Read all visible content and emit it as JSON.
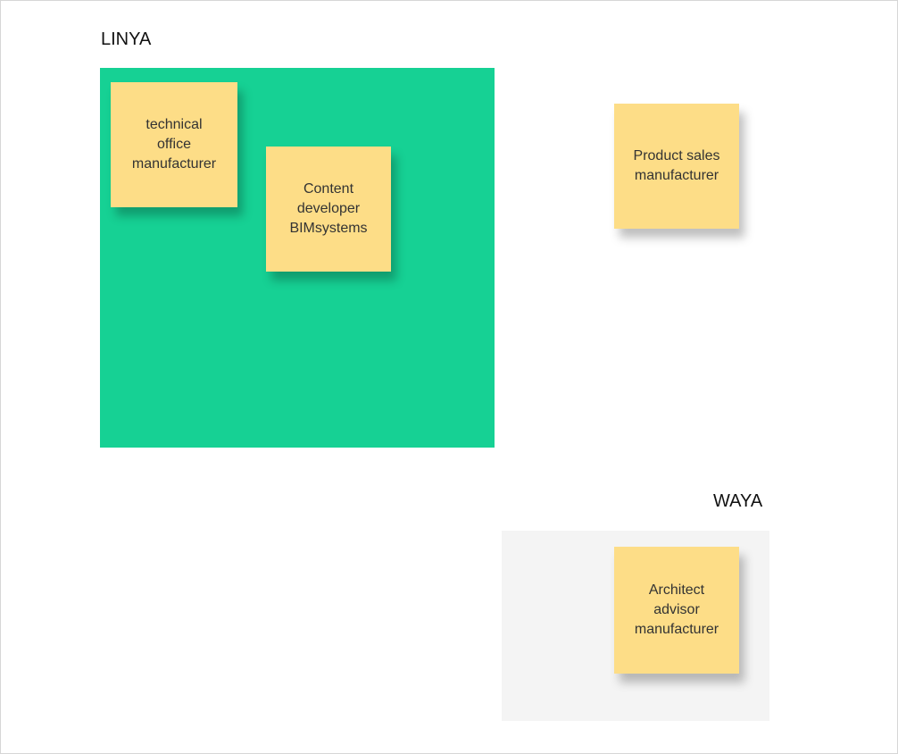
{
  "colors": {
    "green_zone": "#16d194",
    "gray_zone": "#f4f4f4",
    "sticky": "#fddd87"
  },
  "zones": [
    {
      "label": "LINYA"
    },
    {
      "label": "WAYA"
    }
  ],
  "notes": [
    {
      "text": "technical\noffice\nmanufacturer"
    },
    {
      "text": "Content\ndeveloper\nBIMsystems"
    },
    {
      "text": "Product sales\nmanufacturer"
    },
    {
      "text": "Architect\nadvisor\nmanufacturer"
    }
  ]
}
